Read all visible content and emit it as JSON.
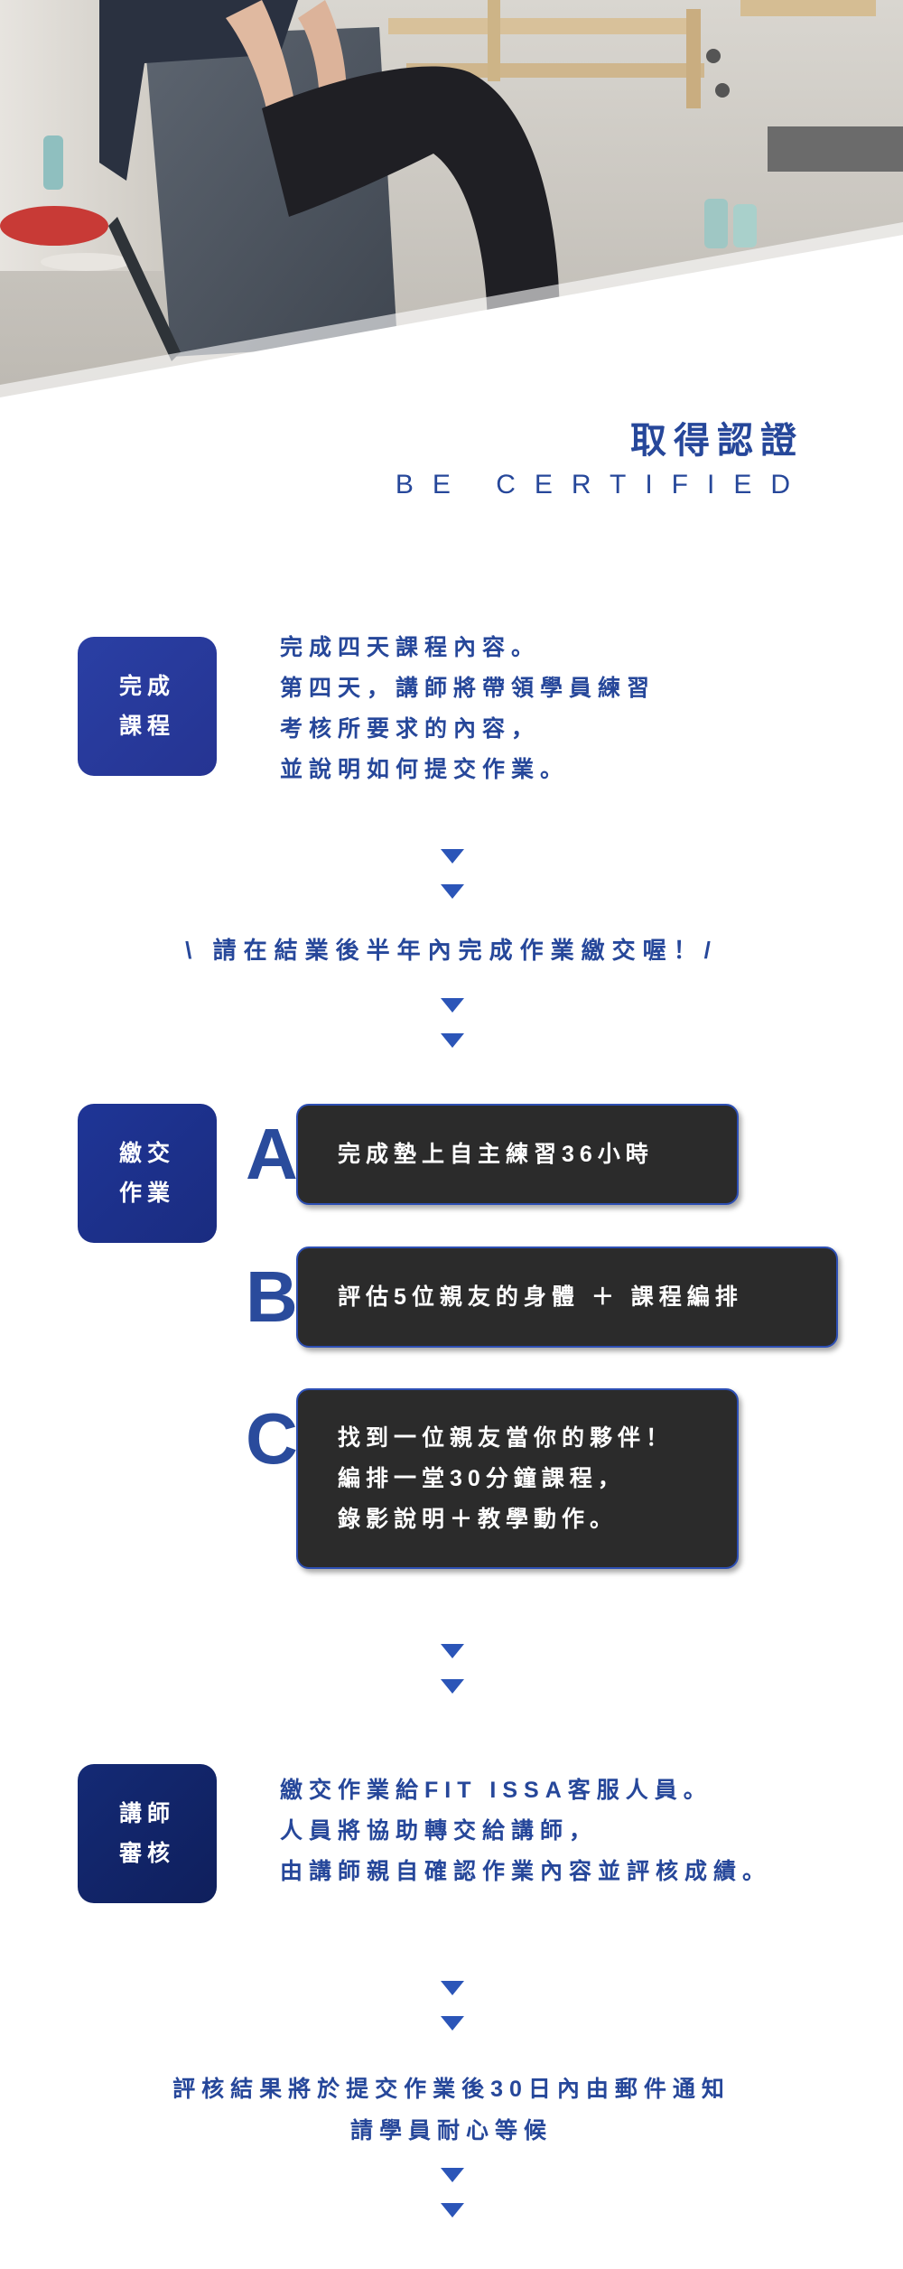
{
  "header": {
    "title_zh": "取得認證",
    "title_en": "BE CERTIFIED"
  },
  "step1": {
    "badge": [
      "完成",
      "課程"
    ],
    "lines": [
      "完成四天課程內容。",
      "第四天，講師將帶領學員練習",
      "考核所要求的內容，",
      "並說明如何提交作業。"
    ]
  },
  "notice": "\\  請在結業後半年內完成作業繳交喔！/",
  "step2": {
    "badge": [
      "繳交",
      "作業"
    ],
    "options": [
      {
        "letter": "A",
        "lines": [
          "完成墊上自主練習36小時"
        ]
      },
      {
        "letter": "B",
        "lines": [
          "評估5位親友的身體 ＋ 課程編排"
        ]
      },
      {
        "letter": "C",
        "lines": [
          "找到一位親友當你的夥伴！",
          "編排一堂30分鐘課程，",
          "錄影說明＋教學動作。"
        ]
      }
    ]
  },
  "step3": {
    "badge": [
      "講師",
      "審核"
    ],
    "lines": [
      "繳交作業給FIT ISSA客服人員。",
      "人員將協助轉交給講師，",
      "由講師親自確認作業內容並評核成績。"
    ]
  },
  "result": [
    "評核結果將於提交作業後30日內由郵件通知",
    "請學員耐心等候"
  ],
  "colors": {
    "brand_blue": "#26479a",
    "arrow_blue": "#2b55b8",
    "option_box": "#2b2b2b"
  }
}
